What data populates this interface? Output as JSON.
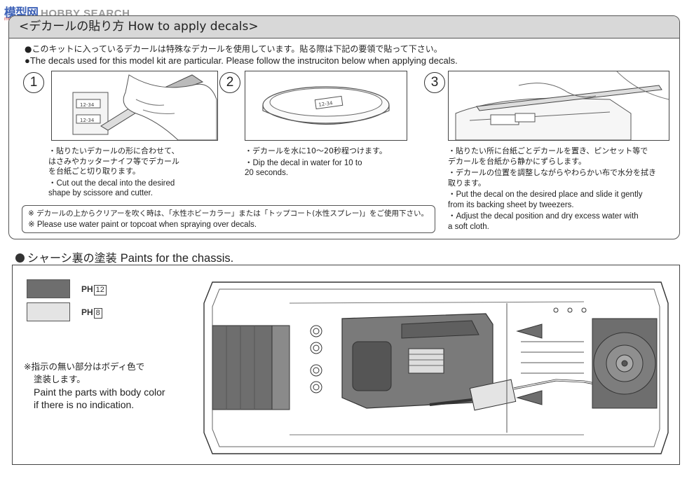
{
  "watermark": {
    "logo": "模型网",
    "search": "HOBBY SEARCH",
    "url": "moxingwang.com"
  },
  "decals": {
    "header": "<デカールの貼り方 How to apply decals>",
    "bullet_jp": "●このキットに入っているデカールは特殊なデカールを使用しています。貼る際は下記の要領で貼って下さい。",
    "bullet_en": "●The decals used for this model kit are particular. Please follow the instruciton below when applying decals.",
    "steps": [
      {
        "number": "1",
        "image_labels": [
          "12-34",
          "12-34"
        ],
        "text_jp": "・貼りたいデカールの形に合わせて、\nはさみやカッターナイフ等でデカール\nを台紙ごと切り取ります。",
        "text_en": "・Cut out the decal into the desired\nshape by scissore and cutter."
      },
      {
        "number": "2",
        "image_labels": [
          "12-34"
        ],
        "text_jp": "・デカールを水に10～20秒程つけます。",
        "text_en": "・Dip the decal in water for 10 to\n20 seconds."
      },
      {
        "number": "3",
        "image_labels": [],
        "text_jp": "・貼りたい所に台紙ごとデカールを置き、ピンセット等で\nデカールを台紙から静かにずらします。",
        "text_jp_2": "・デカールの位置を調整しながらやわらかい布で水分を拭き\n取ります。",
        "text_en": "・Put the decal on the desired place and slide it gently\nfrom its backing sheet by tweezers.",
        "text_en_2": "・Adjust the decal position and dry excess water with\na soft cloth."
      }
    ],
    "note_jp": "※ デカールの上からクリアーを吹く時は、「水性ホビーカラー」または「トップコート(水性スプレー)」をご使用下さい。",
    "note_en": "※ Please use water paint or topcoat when spraying over decals."
  },
  "chassis": {
    "title_jp": "シャーシ裏の塗装",
    "title_en": "Paints for the chassis.",
    "paints": [
      {
        "prefix": "PH",
        "code": "12",
        "color": "#6e6e6e"
      },
      {
        "prefix": "PH",
        "code": "8",
        "color": "#e4e4e4"
      }
    ],
    "note_jp_1": "※指示の無い部分はボディ色で",
    "note_jp_2": "塗装します。",
    "note_en_1": "Paint the parts with body color",
    "note_en_2": "if there is no indication."
  }
}
